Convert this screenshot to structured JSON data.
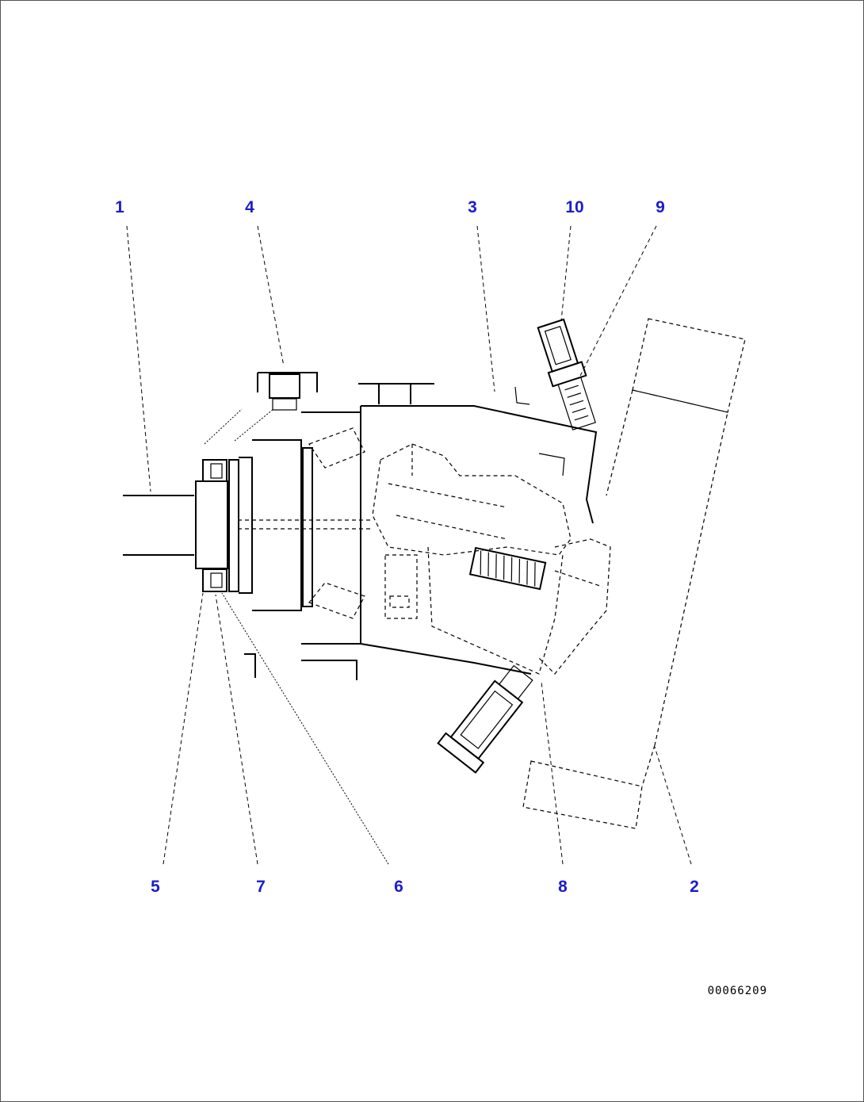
{
  "callouts": [
    {
      "label": "1"
    },
    {
      "label": "4"
    },
    {
      "label": "3"
    },
    {
      "label": "10"
    },
    {
      "label": "9"
    },
    {
      "label": "5"
    },
    {
      "label": "7"
    },
    {
      "label": "6"
    },
    {
      "label": "8"
    },
    {
      "label": "2"
    }
  ],
  "drawing_id": "00066209",
  "colors": {
    "callout": "#1c1ccc",
    "line": "#000000"
  }
}
